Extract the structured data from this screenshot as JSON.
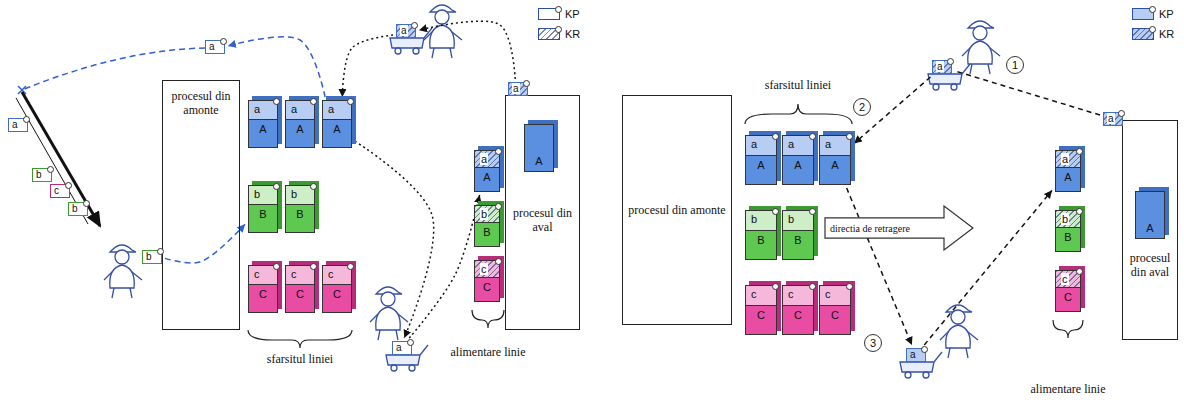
{
  "diagram": {
    "nodes": [
      {
        "text": [
          "procesul din amonte"
        ]
      },
      {
        "text": [
          "a",
          "A"
        ]
      },
      {
        "text": [
          "a",
          "A"
        ]
      },
      {
        "text": [
          "a",
          "A"
        ]
      },
      {
        "text": [
          "b",
          "B"
        ]
      },
      {
        "text": [
          "b",
          "B"
        ]
      },
      {
        "text": [
          "c",
          "C"
        ]
      },
      {
        "text": [
          "c",
          "C"
        ]
      },
      {
        "text": [
          "c",
          "C"
        ]
      },
      {
        "text": [
          "a",
          "A"
        ]
      },
      {
        "text": [
          "b",
          "B"
        ]
      },
      {
        "text": [
          "c",
          "C"
        ]
      },
      {
        "text": [
          "procesul din aval"
        ]
      },
      {
        "text": [
          "A"
        ],
        "in": 12
      },
      {
        "text": [
          "a"
        ]
      },
      {
        "text": [
          "a"
        ]
      },
      {
        "text": [
          "a"
        ]
      },
      {
        "text": [
          "a"
        ]
      },
      {
        "text": [
          "a"
        ]
      },
      {
        "text": [
          "b"
        ]
      },
      {
        "text": [
          "c"
        ]
      },
      {
        "text": [
          "b"
        ]
      },
      {
        "text": [
          "b"
        ]
      },
      {
        "text": [
          "procesul din amonte"
        ]
      },
      {
        "text": [
          "a",
          "A"
        ]
      },
      {
        "text": [
          "a",
          "A"
        ]
      },
      {
        "text": [
          "a",
          "A"
        ]
      },
      {
        "text": [
          "b",
          "B"
        ]
      },
      {
        "text": [
          "b",
          "B"
        ]
      },
      {
        "text": [
          "c",
          "C"
        ]
      },
      {
        "text": [
          "c",
          "C"
        ]
      },
      {
        "text": [
          "c",
          "C"
        ]
      },
      {
        "text": [
          "a",
          "A"
        ]
      },
      {
        "text": [
          "b",
          "B"
        ]
      },
      {
        "text": [
          "c",
          "C"
        ]
      },
      {
        "text": [
          "procesul din aval"
        ]
      },
      {
        "text": [
          "A"
        ],
        "in": 35
      },
      {
        "text": [
          "a"
        ]
      },
      {
        "text": [
          "a"
        ]
      },
      {
        "text": [
          "a"
        ]
      },
      {
        "text": [
          "directia de retragere"
        ]
      },
      {
        "text": [
          "1"
        ]
      },
      {
        "text": [
          "2"
        ]
      },
      {
        "text": [
          "3"
        ]
      }
    ],
    "edges": [
      {
        "from": 14,
        "to": 15,
        "arrow": "to"
      },
      {
        "from": 15,
        "to": 3,
        "arrow": "to"
      },
      {
        "from": 3,
        "to": 16,
        "arrow": "to"
      },
      {
        "from": 16,
        "to": 9,
        "arrow": "to"
      },
      {
        "from": 3,
        "to": 17,
        "arrow": "to"
      },
      {
        "from": 22,
        "to": 4,
        "arrow": "to"
      },
      {
        "from": 37,
        "to": 38,
        "arrow": "none"
      },
      {
        "from": 38,
        "to": 26,
        "arrow": "to"
      },
      {
        "from": 26,
        "to": 39,
        "arrow": "to"
      },
      {
        "from": 39,
        "to": 32,
        "arrow": "to"
      }
    ],
    "labels": [
      "sfarsitul liniei",
      "alimentare linie",
      "sfarsitul liniei",
      "alimentare linie"
    ],
    "legend": [
      {
        "text": "KP",
        "color": "#ffffff"
      },
      {
        "text": "KR"
      },
      {
        "text": "KP",
        "color": "#b7cdf3"
      },
      {
        "text": "KR"
      }
    ]
  }
}
